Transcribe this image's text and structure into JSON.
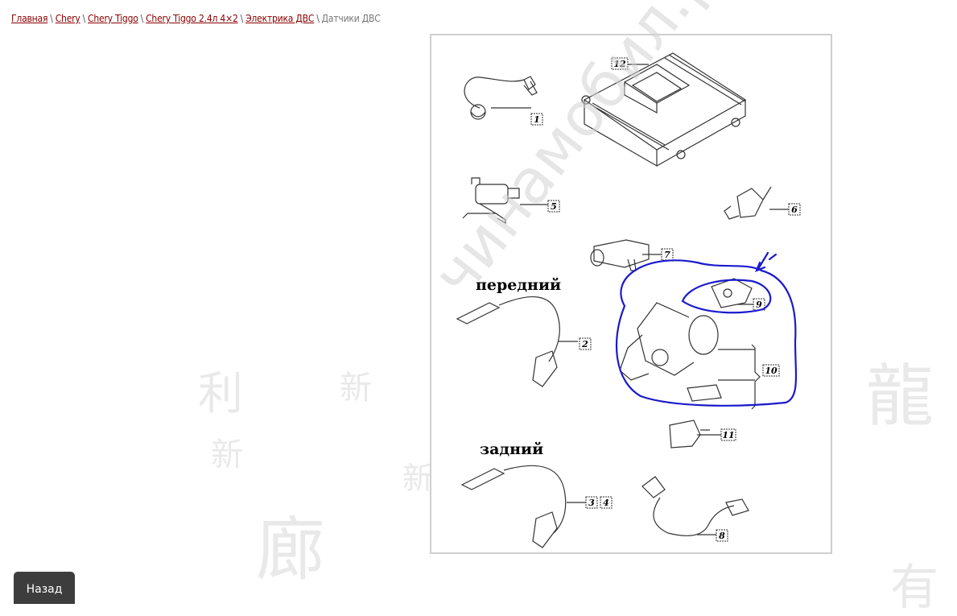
{
  "breadcrumb": {
    "items": [
      {
        "label": "Главная"
      },
      {
        "label": "Chery"
      },
      {
        "label": "Chery Tiggo"
      },
      {
        "label": "Chery Tiggo 2.4л 4×2"
      },
      {
        "label": "Электрика ДВС"
      }
    ],
    "separator": "\\",
    "current": "Датчики ДВС"
  },
  "diagram": {
    "word_front": "передний",
    "word_rear": "задний",
    "watermark": "чинамобил.рф",
    "callouts": [
      "1",
      "2",
      "3",
      "4",
      "5",
      "6",
      "7",
      "8",
      "9",
      "10",
      "11",
      "12"
    ]
  },
  "background_glyphs": [
    "利",
    "新",
    "新",
    "新",
    "龍",
    "廊",
    "有"
  ],
  "back_button": {
    "label": "Назад"
  },
  "colors": {
    "link": "#8b0000",
    "button_bg": "#3d3d3d",
    "annotation": "#1a1acc"
  }
}
